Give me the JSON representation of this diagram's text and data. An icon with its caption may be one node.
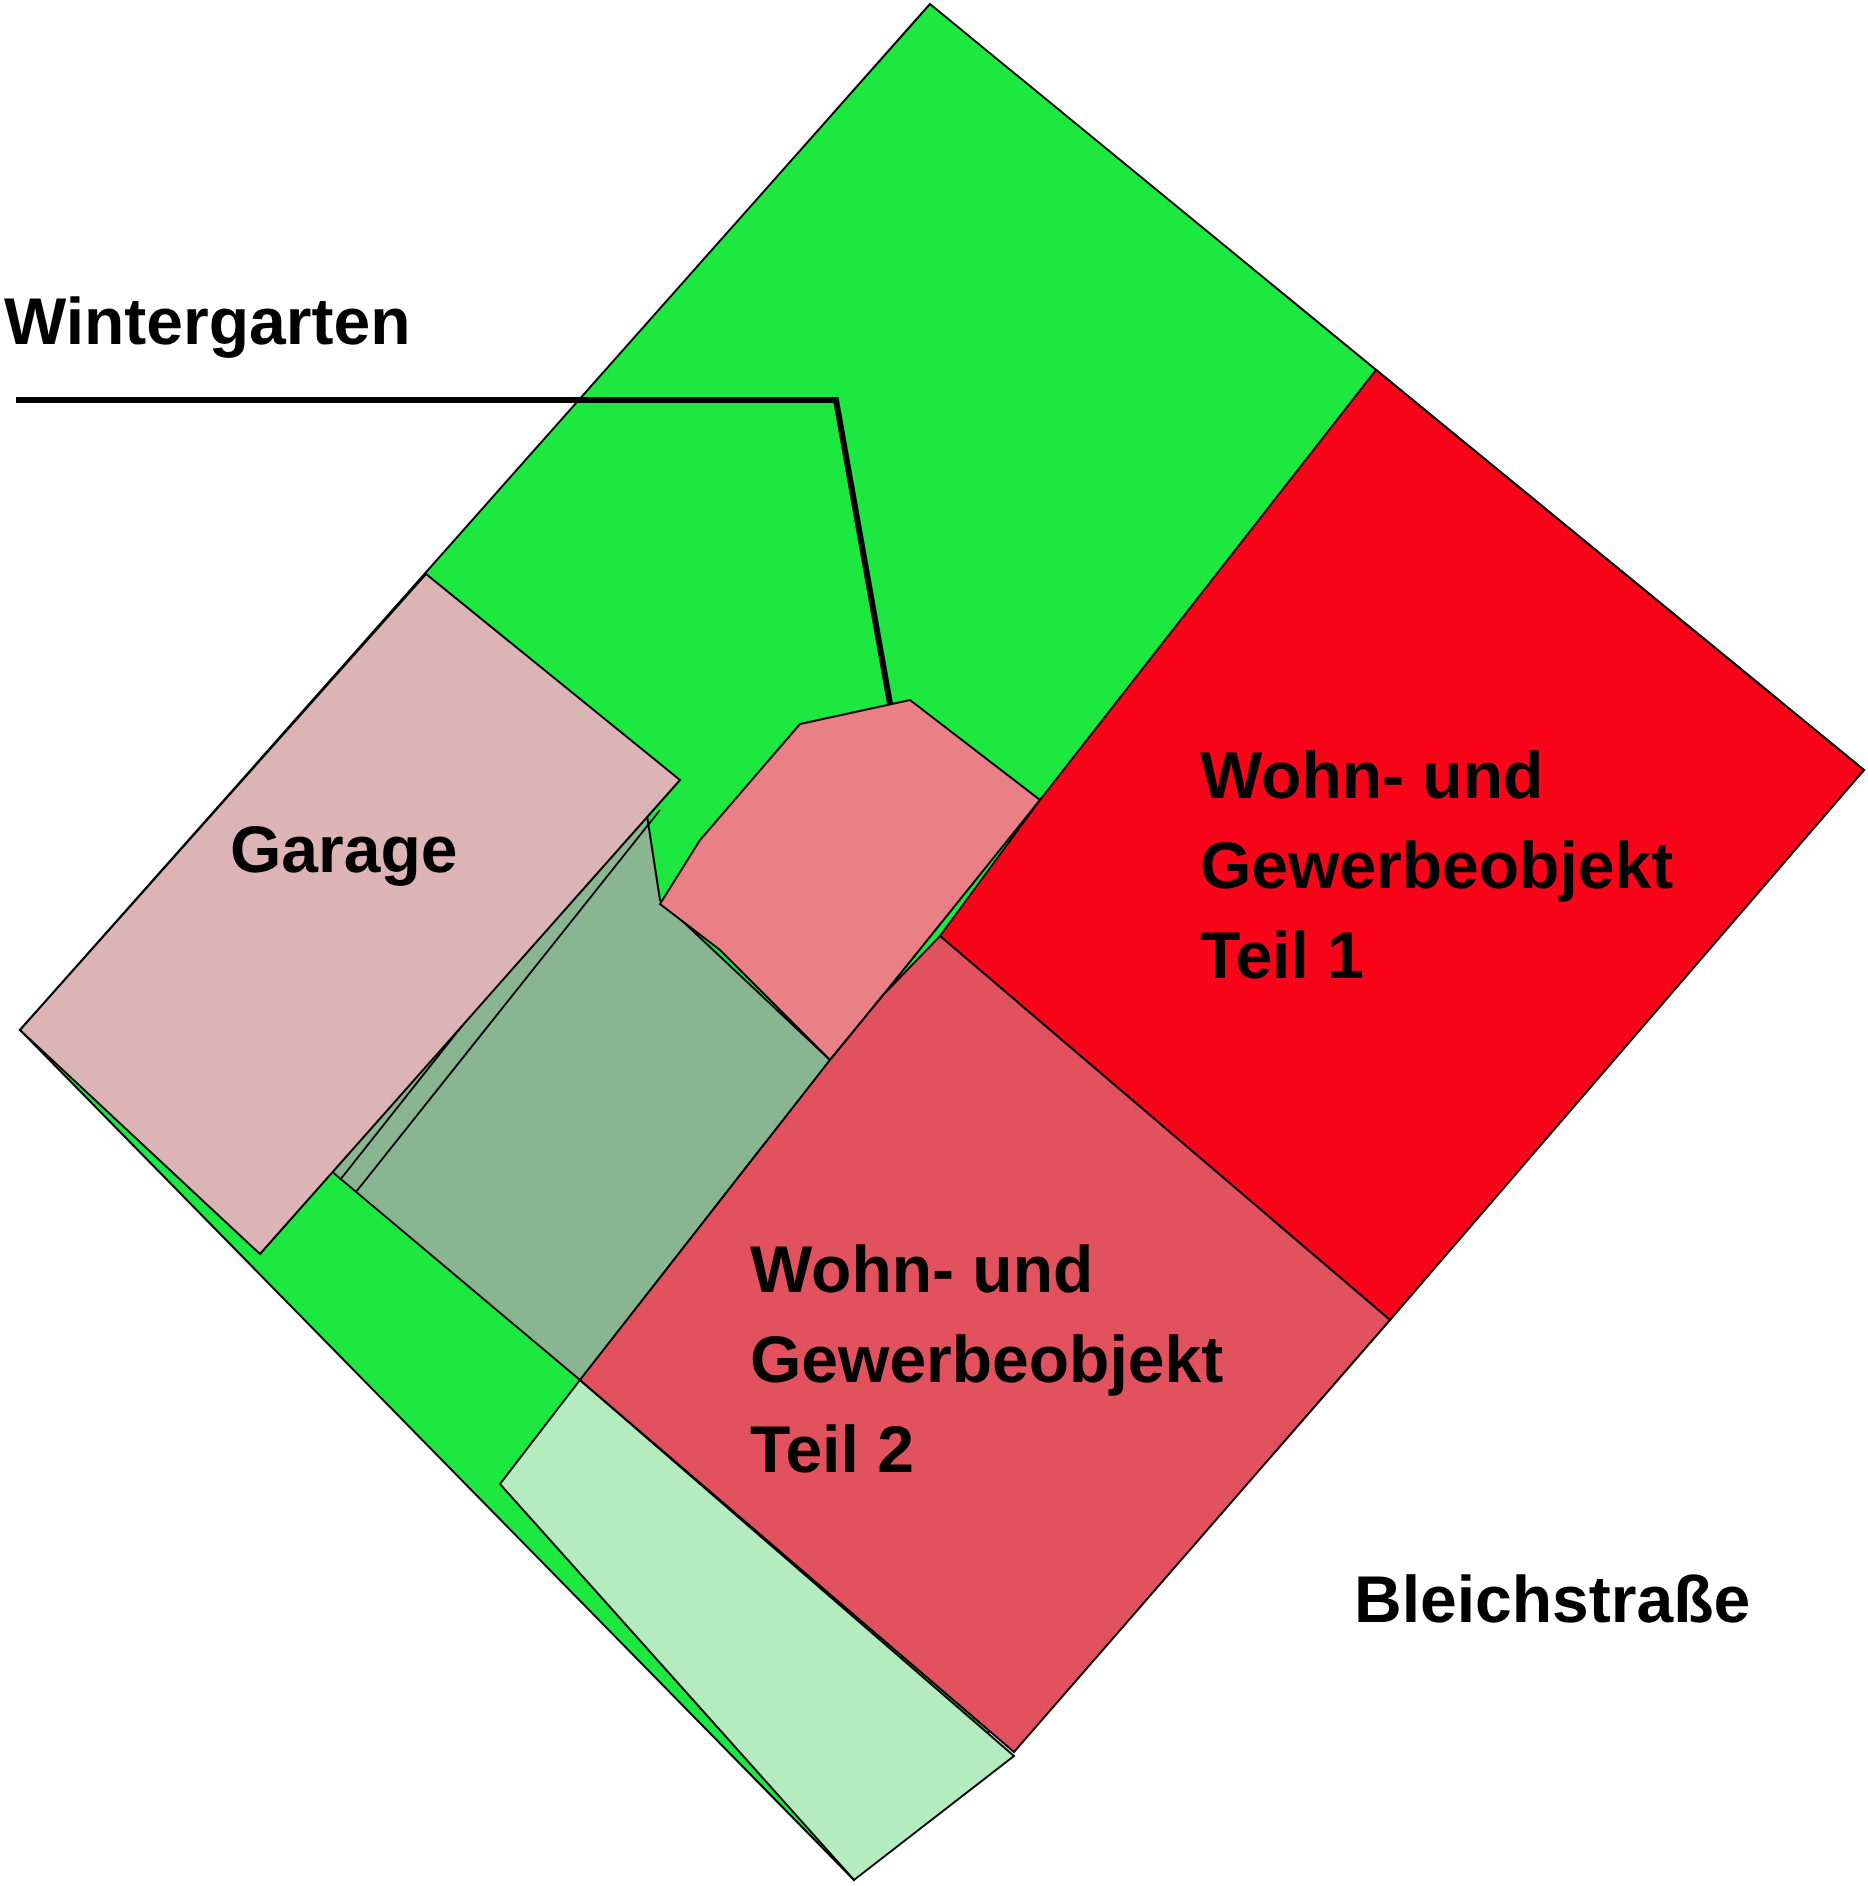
{
  "diagram": {
    "nodes": [
      {
        "text": [
          "Wintergarten"
        ]
      },
      {
        "text": [],
        "shape": "box"
      },
      {
        "text": [
          "Garage"
        ]
      },
      {
        "text": [
          "Wohn- und Gewerbeobjekt Teil 1"
        ]
      },
      {
        "text": [
          "Wohn- und Gewerbeobjekt Teil 2"
        ]
      }
    ],
    "edges": [
      {
        "from": 0,
        "to": 1,
        "arrow": "none"
      }
    ],
    "labels": [
      "Bleichstraße"
    ]
  }
}
